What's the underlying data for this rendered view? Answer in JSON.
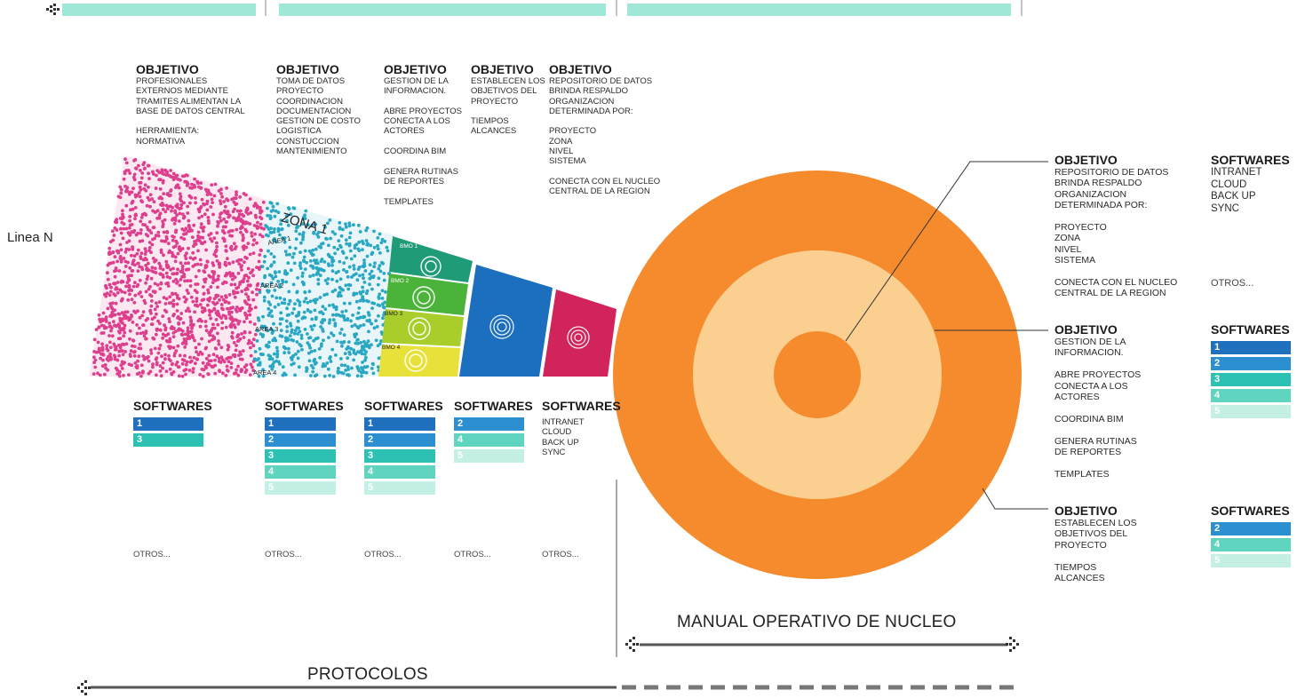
{
  "colors": {
    "top_bar": "#9fe8d8",
    "pink": "#dd3f8d",
    "cyan": "#29a7c3",
    "green_dark": "#1f9b78",
    "green": "#4cb33a",
    "yellow_green": "#a9cd2a",
    "yellow": "#e7e139",
    "blue": "#1b6fbe",
    "crimson": "#d0245a",
    "orange": "#f58b2c",
    "peach": "#fbcf90",
    "sw1": "#1f70bd",
    "sw2": "#2c8fcf",
    "sw3": "#2cc1b2",
    "sw4": "#5fd5c0",
    "sw5": "#c3efe5"
  },
  "left_label": "Linea N",
  "wedge": {
    "zona": "ZONA 1",
    "areas": [
      "AREA 1",
      "AREA 2",
      "AREA 3",
      "AREA 4"
    ],
    "bmos": [
      "BMO 1",
      "BMO 2",
      "BMO 3",
      "BMO 4"
    ]
  },
  "objetivos_top": [
    {
      "title": "OBJETIVO",
      "text": "PROFESIONALES\nEXTERNOS MEDIANTE\nTRAMITES ALIMENTAN LA\nBASE DE DATOS CENTRAL\n\nHERRAMIENTA:\nNORMATIVA"
    },
    {
      "title": "OBJETIVO",
      "text": "TOMA DE DATOS\nPROYECTO\nCOORDINACION\nDOCUMENTACION\nGESTION DE COSTO\nLOGISTICA\nCONSTUCCION\nMANTENIMIENTO"
    },
    {
      "title": "OBJETIVO",
      "text": "GESTION DE LA\nINFORMACION.\n\nABRE PROYECTOS\nCONECTA A LOS\nACTORES\n\nCOORDINA BIM\n\nGENERA RUTINAS\nDE REPORTES\n\nTEMPLATES"
    },
    {
      "title": "OBJETIVO",
      "text": "ESTABLECEN LOS\nOBJETIVOS DEL\nPROYECTO\n\nTIEMPOS\nALCANCES"
    },
    {
      "title": "OBJETIVO",
      "text": "REPOSITORIO DE DATOS\nBRINDA RESPALDO\nORGANIZACION\nDETERMINADA POR:\n\nPROYECTO\nZONA\nNIVEL\nSISTEMA\n\nCONECTA CON EL NUCLEO\nCENTRAL DE LA REGION"
    }
  ],
  "softwares_bottom": [
    {
      "title": "SOFTWARES",
      "items": [
        "1",
        "3"
      ],
      "otros": "OTROS..."
    },
    {
      "title": "SOFTWARES",
      "items": [
        "1",
        "2",
        "3",
        "4",
        "5"
      ],
      "otros": "OTROS..."
    },
    {
      "title": "SOFTWARES",
      "items": [
        "1",
        "2",
        "3",
        "4",
        "5"
      ],
      "otros": "OTROS..."
    },
    {
      "title": "SOFTWARES",
      "items": [
        "2",
        "4",
        "5"
      ],
      "otros": "OTROS..."
    },
    {
      "title": "SOFTWARES",
      "text": "INTRANET\nCLOUD\nBACK UP\nSYNC",
      "otros": "OTROS..."
    }
  ],
  "right_objetivos": [
    {
      "title": "OBJETIVO",
      "text": "REPOSITORIO DE DATOS\nBRINDA RESPALDO\nORGANIZACION\nDETERMINADA POR:\n\nPROYECTO\nZONA\nNIVEL\nSISTEMA\n\nCONECTA CON EL NUCLEO\nCENTRAL DE LA REGION"
    },
    {
      "title": "OBJETIVO",
      "text": "GESTION DE LA\nINFORMACION.\n\nABRE PROYECTOS\nCONECTA A LOS\nACTORES\n\nCOORDINA BIM\n\nGENERA RUTINAS\nDE REPORTES\n\nTEMPLATES"
    },
    {
      "title": "OBJETIVO",
      "text": "ESTABLECEN LOS\nOBJETIVOS DEL\nPROYECTO\n\nTIEMPOS\nALCANCES"
    }
  ],
  "right_softwares": [
    {
      "title": "SOFTWARES",
      "text": "INTRANET\nCLOUD\nBACK UP\nSYNC",
      "otros": "OTROS..."
    },
    {
      "title": "SOFTWARES",
      "items": [
        "1",
        "2",
        "3",
        "4",
        "5"
      ]
    },
    {
      "title": "SOFTWARES",
      "items": [
        "2",
        "4",
        "5"
      ]
    }
  ],
  "manual_title": "MANUAL OPERATIVO DE NUCLEO",
  "protocolos_title": "PROTOCOLOS"
}
